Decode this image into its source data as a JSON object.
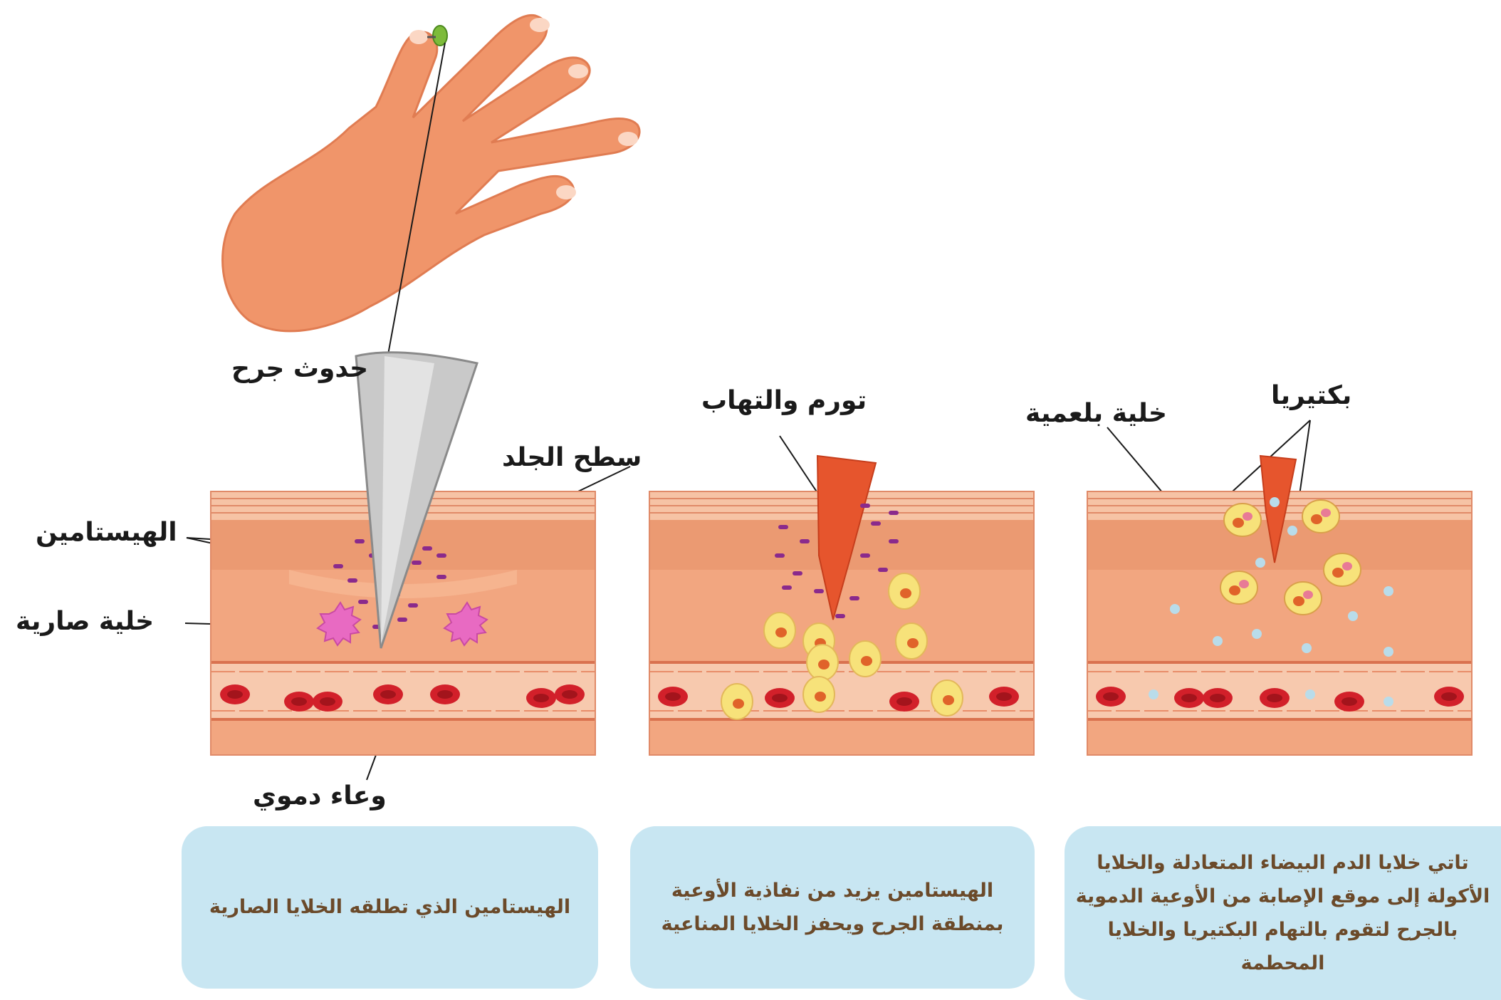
{
  "labels": {
    "wound": "حدوث جرح",
    "skin_surface": "سطح الجلد",
    "histamine": "الهيستامين",
    "mast_cell": "خلية صارية",
    "blood_vessel": "وعاء دموي",
    "swelling": "تورم  والتهاب",
    "phagocyte": "خلية بلعمية",
    "bacteria": "بكتيريا"
  },
  "captions": {
    "stage1": "الهيستامين الذي تطلقه الخلايا الصارية",
    "stage2": "الهيستامين يزيد من نفاذية الأوعية بمنطقة الجرح ويحفز الخلايا المناعية",
    "stage3": "تاتي خلايا الدم البيضاء المتعادلة والخلايا الأكولة إلى موقع الإصابة من الأوعية الدموية بالجرح لتقوم بالتهام البكتيريا والخلايا المحطمة"
  },
  "colors": {
    "skin": "#f0a07a",
    "skin_light": "#f6c3a5",
    "blood_cell": "#d2202a",
    "histamine": "#8a2a8c",
    "mast_cell": "#e86ac2",
    "immune_cell": "#f7e27a",
    "bacteria": "#b9dcea",
    "caption_box": "#c8e6f2"
  }
}
